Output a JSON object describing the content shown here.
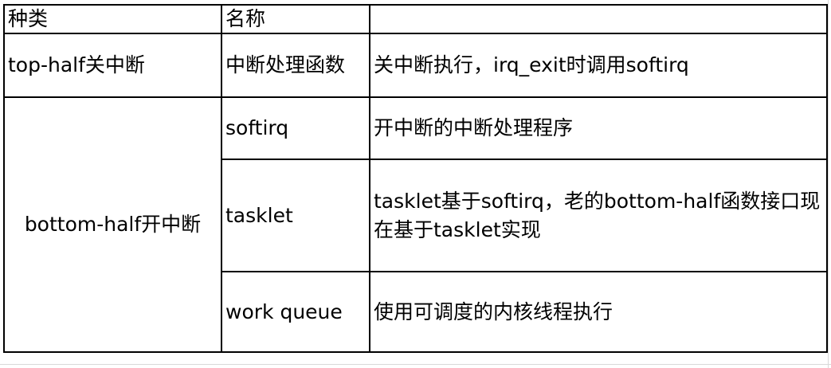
{
  "table": {
    "headers": [
      "种类",
      "名称",
      ""
    ],
    "rows": [
      {
        "category": "top-half关中断",
        "name": "中断处理函数",
        "description": "关中断执行，irq_exit时调用softirq"
      },
      {
        "category": "bottom-half开中断",
        "name": "softirq",
        "description": "开中断的中断处理程序"
      },
      {
        "name": "tasklet",
        "description": "tasklet基于softirq，老的bottom-half函数接口现在基于tasklet实现"
      },
      {
        "name": "work queue",
        "description": "使用可调度的内核线程执行"
      }
    ]
  }
}
